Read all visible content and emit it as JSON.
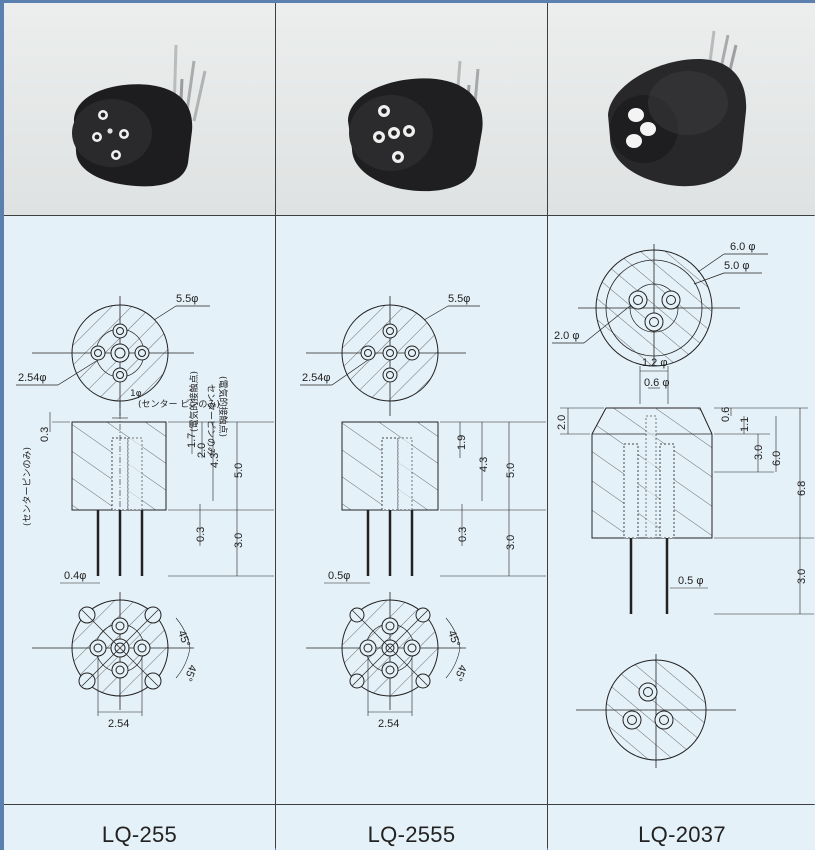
{
  "products": [
    {
      "id": "lq255",
      "model": "LQ-255",
      "dims": {
        "outer_dia": "5.5φ",
        "pitch_dia": "2.54φ",
        "center_pin": "1φ",
        "center_pin_note": "(センター ピンのみ)",
        "center_only_left": "(センターピンのみ)",
        "top_offset": "0.3",
        "contact_1": "1.7",
        "contact_2": "2.0",
        "contact_note_1": "(電気的接触点)",
        "contact_note_2": "センターピンのみ",
        "contact_note_3": "(電気的接触点)",
        "depth": "4.3",
        "body_h": "5.0",
        "gap": "0.3",
        "pin_len": "3.0",
        "pin_dia": "0.4φ",
        "angle_1": "45°",
        "angle_2": "45°",
        "spacing": "2.54"
      }
    },
    {
      "id": "lq2555",
      "model": "LQ-2555",
      "dims": {
        "outer_dia": "5.5φ",
        "pitch_dia": "2.54φ",
        "contact": "1.9",
        "depth": "4.3",
        "body_h": "5.0",
        "gap": "0.3",
        "pin_len": "3.0",
        "pin_dia": "0.5φ",
        "angle_1": "45°",
        "angle_2": "45°",
        "spacing": "2.54"
      }
    },
    {
      "id": "lq2037",
      "model": "LQ-2037",
      "dims": {
        "outer_dia": "6.0 φ",
        "inner_dia": "5.0 φ",
        "pitch_dia": "2.0 φ",
        "hole_1": "1.2 φ",
        "hole_2": "0.6 φ",
        "top_1": "0.6",
        "top_2": "1.1",
        "chamfer": "2.0",
        "body_1": "3.0",
        "body_2": "6.0",
        "body_3": "6.8",
        "pin_len": "3.0",
        "pin_dia": "0.5 φ"
      }
    }
  ]
}
